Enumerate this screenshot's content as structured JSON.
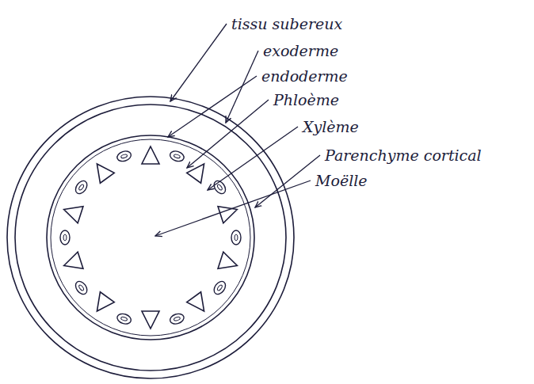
{
  "diagram": {
    "labels": [
      "tissu subereux",
      "exoderme",
      "endoderme",
      "Phloème",
      "Xylème",
      "Parenchyme cortical",
      "Moëlle"
    ]
  }
}
